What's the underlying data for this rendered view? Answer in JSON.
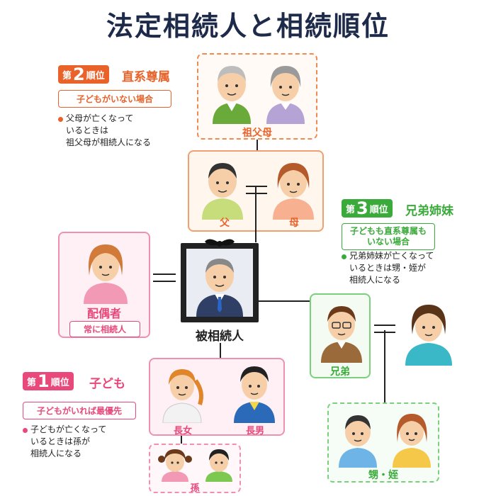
{
  "title": "法定相続人と相続順位",
  "rank2": {
    "badge_prefix": "第",
    "badge_num": "2",
    "badge_suffix": "順位",
    "title": "直系尊属",
    "condition": "子どもがいない場合",
    "note": "父母が亡くなって\nいるときは\n祖父母が相続人になる",
    "color": "#e8622a"
  },
  "rank3": {
    "badge_prefix": "第",
    "badge_num": "3",
    "badge_suffix": "順位",
    "title": "兄弟姉妹",
    "condition": "子どもも直系尊属も\nいない場合",
    "note": "兄弟姉妹が亡くなって\nいるときは甥・姪が\n相続人になる",
    "color": "#3aaa3a"
  },
  "rank1": {
    "badge_prefix": "第",
    "badge_num": "1",
    "badge_suffix": "順位",
    "title": "子ども",
    "condition": "子どもがいれば最優先",
    "note": "子どもが亡くなって\nいるときは孫が\n相続人になる",
    "color": "#e8487a"
  },
  "people": {
    "grandparents": "祖父母",
    "father": "父",
    "mother": "母",
    "spouse": "配偶者",
    "spouse_note": "常に相続人",
    "deceased": "被相続人",
    "sibling": "兄弟",
    "eldest_daughter": "長女",
    "eldest_son": "長男",
    "grandchildren": "孫",
    "nephew_niece": "甥・姪"
  }
}
